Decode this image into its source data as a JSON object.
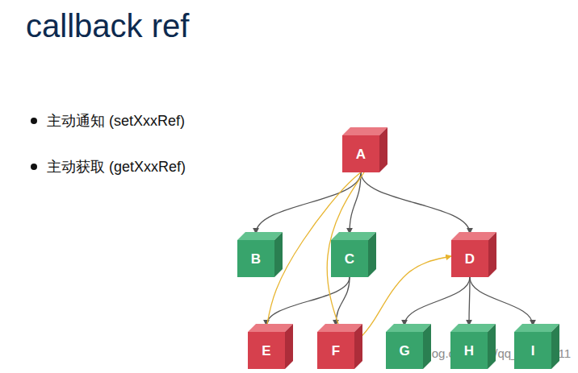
{
  "diagram": {
    "title": "callback ref",
    "nodes": [
      {
        "text": [
          "A"
        ]
      },
      {
        "text": [
          "B"
        ]
      },
      {
        "text": [
          "C"
        ]
      },
      {
        "text": [
          "D"
        ]
      },
      {
        "text": [
          "E"
        ]
      },
      {
        "text": [
          "F"
        ]
      },
      {
        "text": [
          "G"
        ]
      },
      {
        "text": [
          "H"
        ]
      },
      {
        "text": [
          "I"
        ]
      }
    ],
    "edges": [
      {
        "from": 0,
        "to": 1,
        "arrow": "to"
      },
      {
        "from": 0,
        "to": 2,
        "arrow": "to"
      },
      {
        "from": 0,
        "to": 3,
        "arrow": "to"
      },
      {
        "from": 2,
        "to": 4,
        "arrow": "to"
      },
      {
        "from": 2,
        "to": 5,
        "arrow": "to"
      },
      {
        "from": 3,
        "to": 6,
        "arrow": "to"
      },
      {
        "from": 3,
        "to": 7,
        "arrow": "to"
      },
      {
        "from": 3,
        "to": 8,
        "arrow": "to"
      },
      {
        "from": 4,
        "to": 0,
        "arrow": "none"
      },
      {
        "from": 5,
        "to": 0,
        "arrow": "none"
      },
      {
        "from": 5,
        "to": 3,
        "arrow": "to"
      }
    ],
    "labels": [
      "主动通知 (setXxxRef)",
      "主动获取 (getXxxRef)",
      "https://blog.csdn.net/qq_36232611"
    ]
  }
}
